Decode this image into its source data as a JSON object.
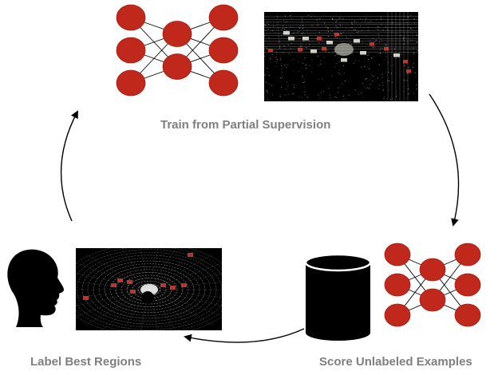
{
  "stages": [
    {
      "id": "train",
      "caption": "Train from Partial Supervision"
    },
    {
      "id": "label",
      "caption": "Label Best Regions"
    },
    {
      "id": "score",
      "caption": "Score Unlabeled Examples"
    }
  ],
  "colors": {
    "node": "#c0281c",
    "node_edge": "#a01e14",
    "caption": "#7f7f7f",
    "arrow": "#000000",
    "lidar_bg": "#000000",
    "lidar_points": "#cfcfcf",
    "lidar_box": "#d33a2c",
    "lidar_box_light": "#e9e6d8"
  },
  "icons": [
    "neural-network-icon",
    "lidar-scan-image",
    "human-head-icon",
    "database-icon"
  ]
}
